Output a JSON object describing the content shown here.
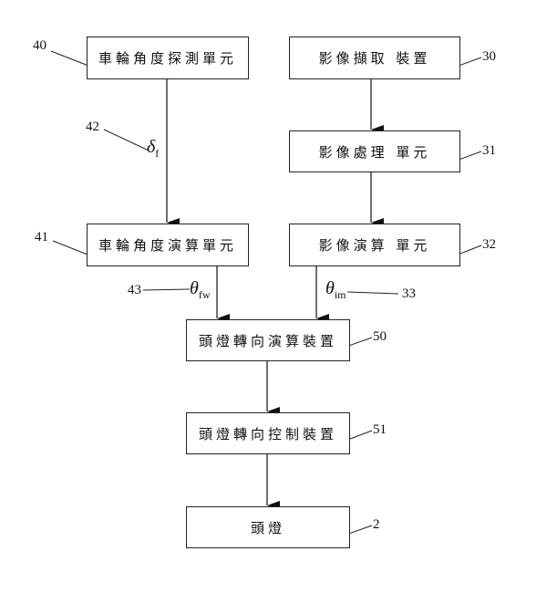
{
  "diagram": {
    "type": "block-flowchart",
    "nodes": [
      {
        "id": "40",
        "label": "車輪角度探測單元"
      },
      {
        "id": "30",
        "label": "影像擷取 裝置"
      },
      {
        "id": "31",
        "label": "影像處理 單元"
      },
      {
        "id": "41",
        "label": "車輪角度演算單元"
      },
      {
        "id": "32",
        "label": "影像演算 單元"
      },
      {
        "id": "50",
        "label": "頭燈轉向演算裝置"
      },
      {
        "id": "51",
        "label": "頭燈轉向控制裝置"
      },
      {
        "id": "2",
        "label": "頭燈"
      }
    ],
    "edges": [
      {
        "from": "40",
        "to": "41",
        "signal_ref": "42"
      },
      {
        "from": "30",
        "to": "31"
      },
      {
        "from": "31",
        "to": "32"
      },
      {
        "from": "41",
        "to": "50",
        "signal_ref": "43"
      },
      {
        "from": "32",
        "to": "50",
        "signal_ref": "33"
      },
      {
        "from": "50",
        "to": "51"
      },
      {
        "from": "51",
        "to": "2"
      }
    ],
    "signals": {
      "42": {
        "symbol": "δ",
        "subscript": "f"
      },
      "43": {
        "symbol": "θ",
        "subscript": "fw"
      },
      "33": {
        "symbol": "θ",
        "subscript": "im"
      }
    }
  }
}
